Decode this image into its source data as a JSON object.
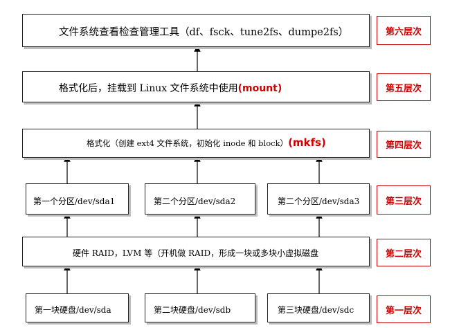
{
  "layers": [
    {
      "text": "文件系统查看检查管理工具（df、fsck、tune2fs、dumpe2fs）",
      "red": "",
      "tag": "第六层次"
    },
    {
      "text": "格式化后，挂载到 Linux 文件系统中使用",
      "red": "(mount)",
      "tag": "第五层次"
    },
    {
      "text": "格式化（创建 ext4 文件系统，初始化 inode 和 block）",
      "red": "(mkfs)",
      "tag": "第四层次"
    },
    {
      "partitions": [
        "第一个分区/dev/sda1",
        "第二个分区/dev/sda2",
        "第二个分区/dev/sda3"
      ],
      "tag": "第三层次"
    },
    {
      "text": "硬件 RAID，LVM 等（开机做 RAID，形成一块或多块小虚拟磁盘",
      "red": "",
      "tag": "第二层次"
    },
    {
      "disks": [
        "第一块硬盘/dev/sda",
        "第二块硬盘/dev/sdb",
        "第三块硬盘/dev/sdc"
      ],
      "tag": "第一层次"
    }
  ]
}
